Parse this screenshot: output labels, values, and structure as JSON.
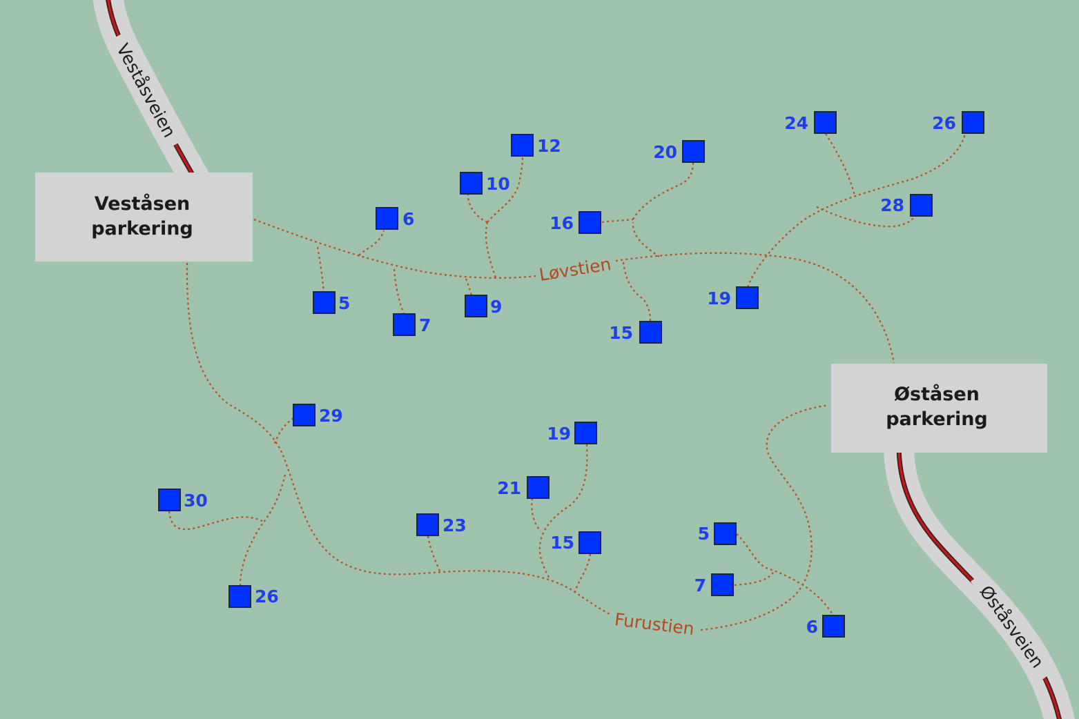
{
  "map": {
    "colors": {
      "background": "#a0c3ae",
      "road": "#d4d4d4",
      "road_center_line": "#c3191c",
      "road_center_line_outline": "#3b1d1d",
      "parking_box": "#d3d3d3",
      "trail": "#b5532b",
      "trail_label": "#b04a20",
      "marker": "#0033ff",
      "marker_border": "#1b2450",
      "marker_label": "#1f3fe8"
    },
    "roads": {
      "west": {
        "name": "Veståsveien"
      },
      "east": {
        "name": "Øståsveien"
      }
    },
    "parking": {
      "west": {
        "line1": "Veståsen",
        "line2": "parkering"
      },
      "east": {
        "line1": "Øståsen",
        "line2": "parkering"
      }
    },
    "trails": {
      "north": {
        "name": "Løvstien"
      },
      "south": {
        "name": "Furustien"
      }
    },
    "markers": [
      {
        "label": "12"
      },
      {
        "label": "10"
      },
      {
        "label": "6"
      },
      {
        "label": "5"
      },
      {
        "label": "7"
      },
      {
        "label": "9"
      },
      {
        "label": "16"
      },
      {
        "label": "20"
      },
      {
        "label": "15"
      },
      {
        "label": "24"
      },
      {
        "label": "26"
      },
      {
        "label": "28"
      },
      {
        "label": "19"
      },
      {
        "label": "29"
      },
      {
        "label": "30"
      },
      {
        "label": "26"
      },
      {
        "label": "23"
      },
      {
        "label": "19"
      },
      {
        "label": "21"
      },
      {
        "label": "15"
      },
      {
        "label": "5"
      },
      {
        "label": "7"
      },
      {
        "label": "6"
      }
    ]
  }
}
